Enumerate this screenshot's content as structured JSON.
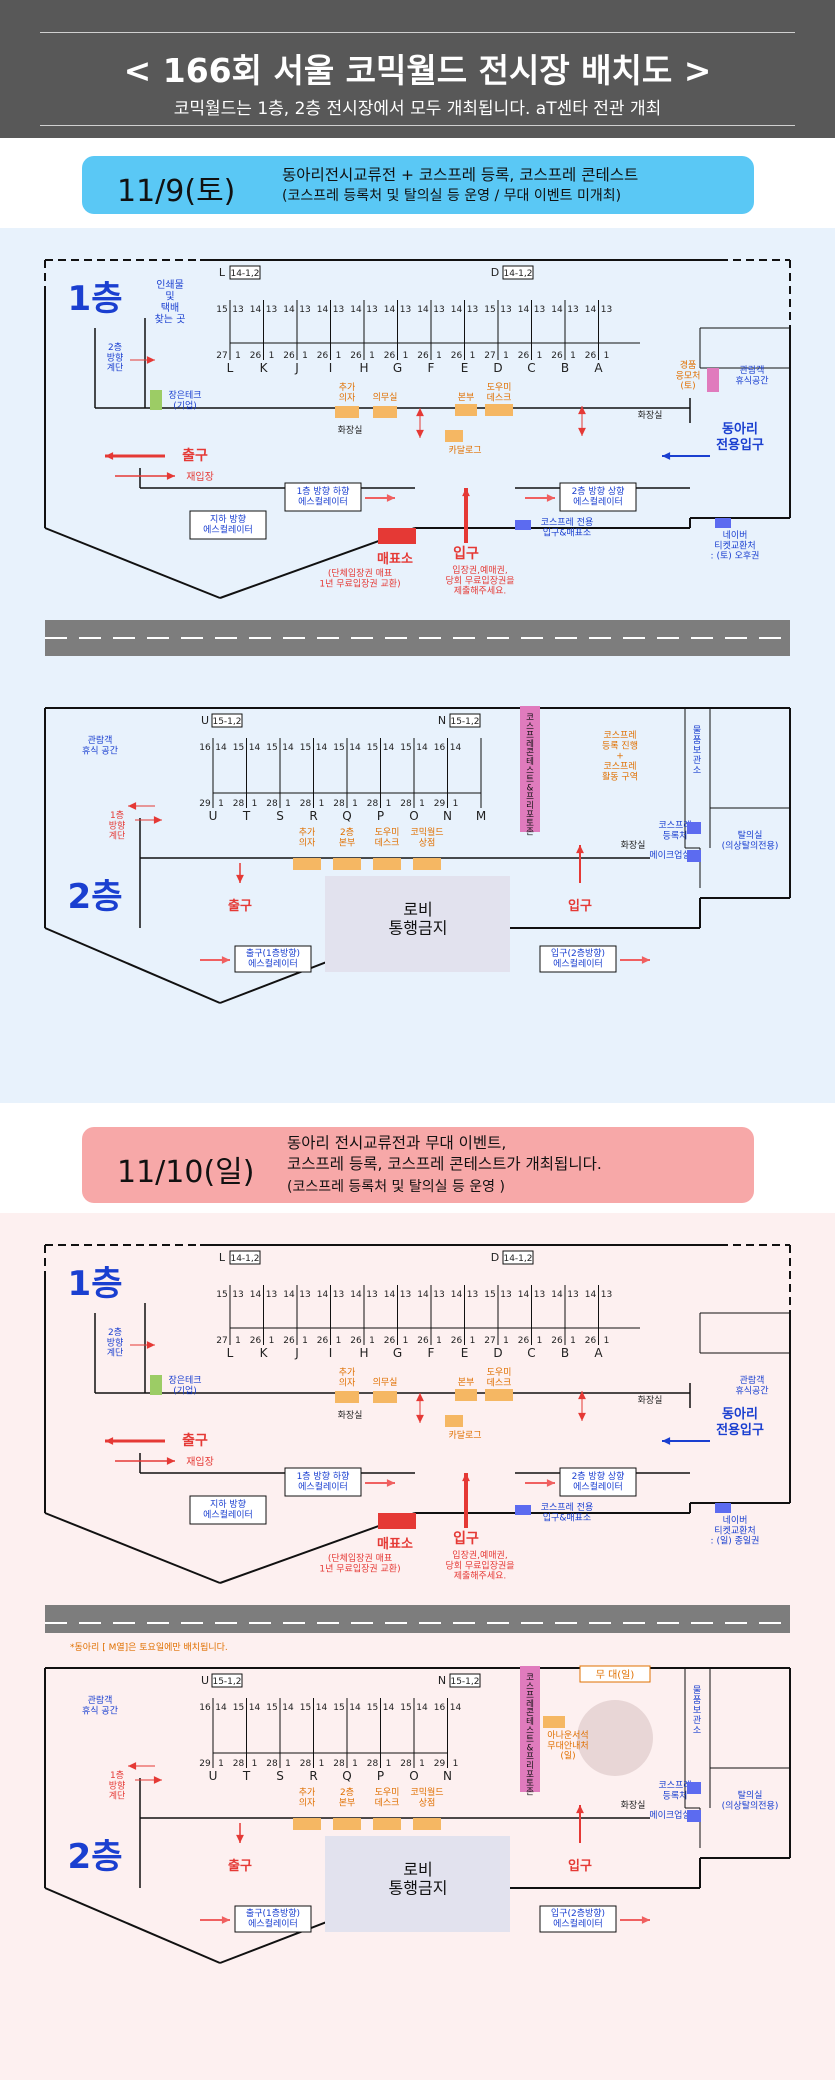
{
  "header": {
    "title": "< 166회 서울 코믹월드 전시장 배치도 >",
    "subtitle": "코믹월드는 1층, 2층 전시장에서 모두 개최됩니다. aT센타 전관 개최"
  },
  "day1": {
    "date": "11/9(토)",
    "line1": "동아리전시교류전 + 코스프레 등록, 코스프레 콘테스트",
    "line2": "(코스프레 등록처 및 탈의실 등 운영 / 무대 이벤트 미개최)"
  },
  "day2": {
    "date": "11/10(일)",
    "line1": "동아리 전시교류전과 무대 이벤트,",
    "line2": "코스프레 등록, 코스프레 콘테스트가 개최됩니다.",
    "line3": "(코스프레 등록처 및 탈의실 등 운영 )"
  },
  "colors": {
    "bg_sat": "#e8f2fc",
    "bg_sun": "#fdf0f0",
    "banner_sat": "#5ac8f5",
    "banner_sun": "#f7a8a8",
    "orange": "#f5b763",
    "red": "#e53935",
    "blue": "#1565c0",
    "pink": "#e07bbd"
  },
  "floor1": {
    "label": "1층",
    "ref_left": "L",
    "ref_left_box": "14-1,2",
    "ref_right": "D",
    "ref_right_box": "14-1,2",
    "rows": [
      "L",
      "K",
      "J",
      "I",
      "H",
      "G",
      "F",
      "E",
      "D",
      "C",
      "B",
      "A"
    ],
    "top_nums": [
      "15",
      "13",
      "14",
      "13",
      "14",
      "13",
      "14",
      "13",
      "14",
      "13",
      "14",
      "13",
      "14",
      "13",
      "14",
      "13",
      "15",
      "13",
      "14",
      "13",
      "14",
      "13",
      "14",
      "13"
    ],
    "bot_nums": [
      "27",
      "1",
      "26",
      "1",
      "26",
      "1",
      "26",
      "1",
      "26",
      "1",
      "26",
      "1",
      "26",
      "1",
      "26",
      "1",
      "27",
      "1",
      "26",
      "1",
      "26",
      "1",
      "26",
      "1"
    ],
    "print_shop": "인쇄물\n및\n택배\n찾는 곳",
    "stairs": "2층\n방향\n계단",
    "sponsor": "장은테크\n(기업)",
    "extra_chair": "추가\n의자",
    "medical": "의무실",
    "hq": "본부",
    "helper_desk": "도우미\n데스크",
    "catalog": "카달로그",
    "restroom_left": "화장실",
    "restroom_right": "화장실",
    "exit": "출구",
    "reentry": "재입장",
    "esc_down": "1층 방향 하향\n에스컬레이터",
    "esc_up": "2층 방향 상향\n에스컬레이터",
    "esc_basement": "지하 방향\n에스컬레이터",
    "ticket": "매표소",
    "ticket_note": "(단체입장권 매표\n1년 무료입장권 교환)",
    "entrance": "입구",
    "entrance_note": "입장권,예매권,\n당회 무료입장권을\n제출해주세요.",
    "cos_entry": "코스프레 전용\n입구&매표소",
    "club_entry": "동아리\n전용입구",
    "lounge": "관람객\n휴식공간",
    "gyeongpum": "경품\n응모처\n(토)",
    "net_ticket_sat": "네이버\n티켓교환처\n: (토) 오후권",
    "net_ticket_sun": "네이버\n티켓교환처\n: (일) 종일권"
  },
  "floor2": {
    "label": "2층",
    "ref_left": "U",
    "ref_left_box": "15-1,2",
    "ref_right": "N",
    "ref_right_box": "15-1,2",
    "rows": [
      "U",
      "T",
      "S",
      "R",
      "Q",
      "P",
      "O",
      "N",
      "M"
    ],
    "top_nums": [
      "16",
      "14",
      "15",
      "14",
      "15",
      "14",
      "15",
      "14",
      "15",
      "14",
      "15",
      "14",
      "15",
      "14",
      "16",
      "14"
    ],
    "bot_nums": [
      "29",
      "1",
      "28",
      "1",
      "28",
      "1",
      "28",
      "1",
      "28",
      "1",
      "28",
      "1",
      "28",
      "1",
      "29",
      "1"
    ],
    "lounge": "관람객\n휴식 공간",
    "stairs": "1층\n방향\n계단",
    "cos_contest": "코\n스\n프\n레\n콘\n테\n스\n트\n&\n프\n리\n포\n토\n존",
    "cos_area": "코스프레\n등록 진행\n+\n코스프레\n활동 구역",
    "storage": "물\n품\n보\n관\n소",
    "cos_reg": "코스프레\n등록처",
    "makeup": "메이크업실",
    "dressing": "탈의실\n(의상탈의전용)",
    "extra_chair": "추가\n의자",
    "hq": "2층\n본부",
    "helper_desk": "도우미\n데스크",
    "shop": "코믹월드\n상점",
    "exit": "출구",
    "entrance": "입구",
    "restroom": "화장실",
    "lobby": "로비\n통행금지",
    "esc_left": "출구(1층방향)\n에스컬레이터",
    "esc_right": "입구(2층방향)\n에스컬레이터",
    "m_note": "*동아리 [ M열]은 토요일에만 배치됩니다.",
    "stage": "무 대(일)",
    "announcer": "아나운서석\n무대안내처\n(일)"
  }
}
